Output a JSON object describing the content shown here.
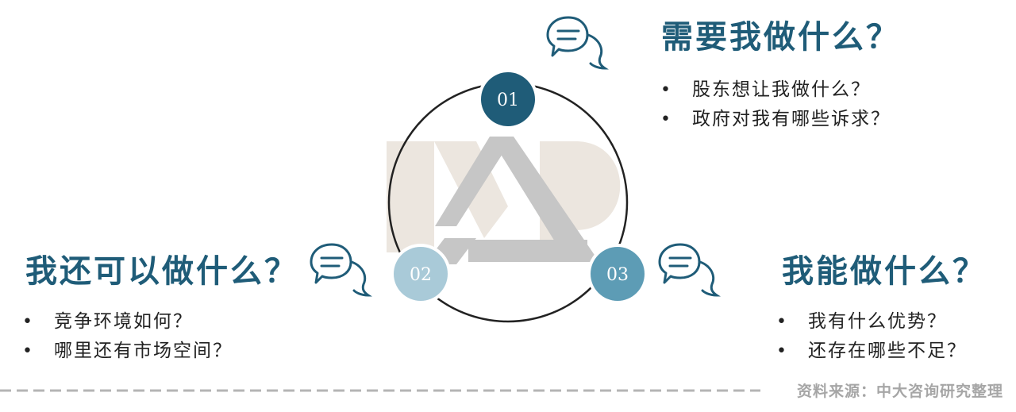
{
  "sections": [
    {
      "number": "01",
      "heading": "需要我做什么？",
      "items": [
        "股东想让我做什么？",
        "政府对我有哪些诉求？"
      ],
      "color": "#1f5c78"
    },
    {
      "number": "02",
      "heading": "我还可以做什么？",
      "items": [
        "竞争环境如何？",
        "哪里还有市场空间？"
      ],
      "color": "#a9cad8"
    },
    {
      "number": "03",
      "heading": "我能做什么？",
      "items": [
        "我有什么优势？",
        "还存在哪些不足？"
      ],
      "color": "#5d9cb5"
    }
  ],
  "heading_color": "#1f5c78",
  "icon": "speech-bubbles-icon",
  "source_note": "资料来源：中大咨询研究整理"
}
